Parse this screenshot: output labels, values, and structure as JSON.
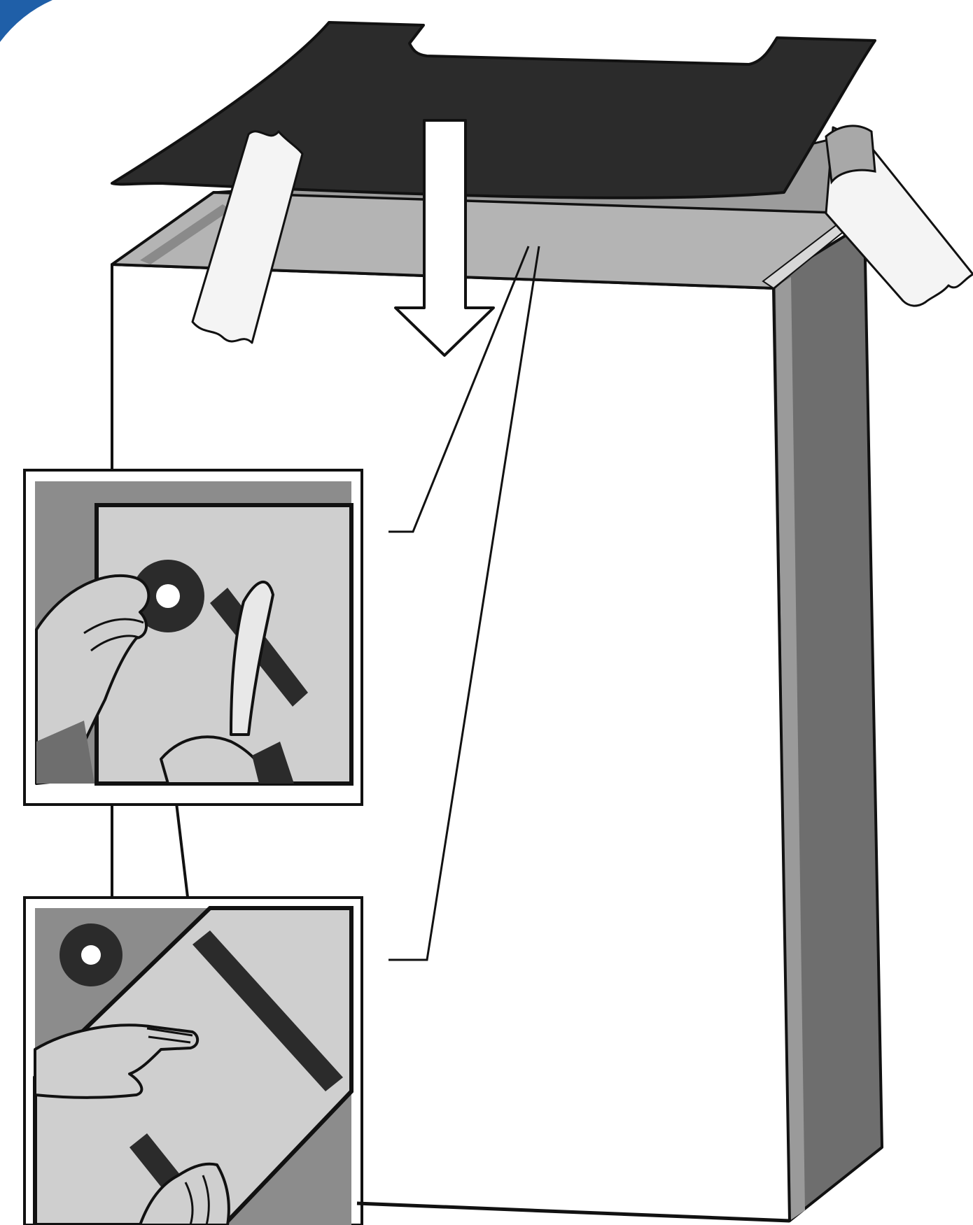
{
  "illustration": {
    "subject": "cabinet-top-insulation-install",
    "parts": {
      "top_panel": "dark-foam-sheet",
      "cabinet": "open-box",
      "tape": "masking-tape-strips",
      "arrow": "down-arrow"
    },
    "insets": [
      {
        "id": "cut-tape",
        "depicts": "hand-holding-tape-roll-and-scissors"
      },
      {
        "id": "press-tape",
        "depicts": "hands-pressing-tape-onto-edge"
      }
    ]
  },
  "colors": {
    "outline": "#111111",
    "panel_dark": "#2b2b2b",
    "interior_gray": "#b4b4b4",
    "side_gray": "#6e6e6e",
    "inset_bg": "#cfcfcf",
    "inset_frame_gray": "#8c8c8c",
    "corner_accent": "#1f5fa8"
  }
}
